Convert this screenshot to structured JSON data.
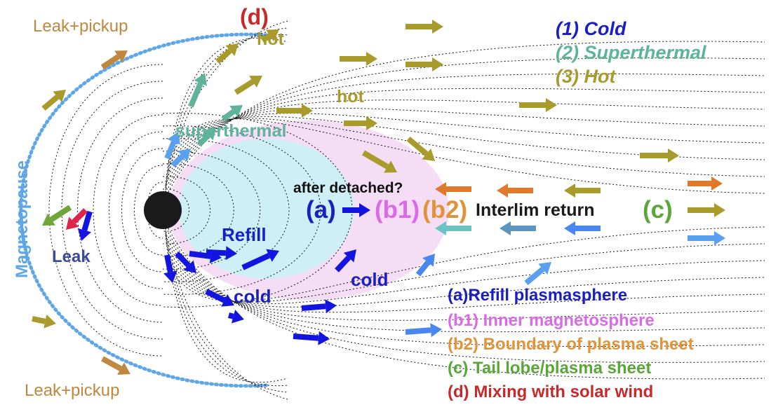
{
  "labels": {
    "d_top": "(d)",
    "leak_pickup_top": "Leak+pickup",
    "leak_pickup_bottom": "Leak+pickup",
    "hot_top": "hot",
    "hot_mid": "hot",
    "superthermal": "superthermal",
    "after_detached": "after detached?",
    "region_a": "(a)",
    "region_b1": "(b1)",
    "region_b2": "(b2)",
    "interlim_return": "Interlim return",
    "region_c": "(c)",
    "refill": "Refill",
    "cold_left": "cold",
    "cold_mid": "cold",
    "leak": "Leak",
    "magnetopause": "Magnetopause"
  },
  "legend_top": [
    {
      "text": "(1) Cold",
      "color": "#1a1fbf"
    },
    {
      "text": "(2) Superthermal",
      "color": "#5fb39a"
    },
    {
      "text": "(3) Hot",
      "color": "#a89b2c"
    }
  ],
  "legend_bottom": [
    {
      "text": "(a)Refill plasmasphere",
      "color": "#1a1fbf"
    },
    {
      "text": "(b1) Inner magnetosphere",
      "color": "#d96be6"
    },
    {
      "text": "(b2) Boundary of plasma sheet",
      "color": "#e0943a"
    },
    {
      "text": "(c) Tail lobe/plasma sheet",
      "color": "#5aa63a"
    },
    {
      "text": "(d) Mixing with solar wind",
      "color": "#c72a2a"
    }
  ],
  "colors": {
    "cold": "#1414e0",
    "superthermal": "#5fb39a",
    "hot": "#a89b2c",
    "leak_pickup": "#c0883e",
    "magnetopause": "#5ea6e6",
    "b2_arrow": "#e07a2a",
    "return_teal": "#6bc4c0",
    "return_steel": "#5a96c0",
    "return_blue": "#4a86f0",
    "light_blue": "#58a0f0",
    "leak_red": "#e0254a",
    "leak_green": "#6ea63a",
    "leak_text": "#3a4aa0",
    "planet": "#1a1a1a",
    "plasmasphere_fill": "#cfeff7",
    "inner_fill": "#f6ddf6"
  }
}
